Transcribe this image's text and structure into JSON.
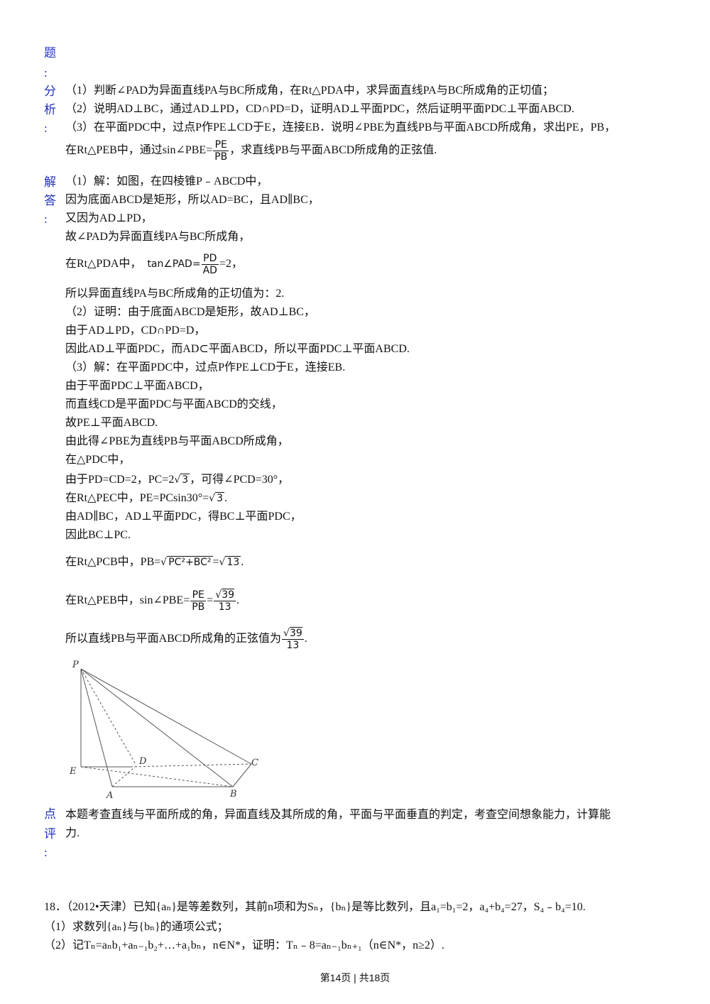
{
  "labels": {
    "ti": "题",
    "colon": ":",
    "fen": "分",
    "xi": "析",
    "jie": "解",
    "da": "答",
    "dian": "点",
    "ping": "评"
  },
  "analysis": {
    "l1": "（1）判断∠PAD为异面直线PA与BC所成角，在Rt△PDA中，求异面直线PA与BC所成角的正切值；",
    "l2": "（2）说明AD⊥BC，通过AD⊥PD，CD∩PD=D，证明AD⊥平面PDC，然后证明平面PDC⊥平面ABCD.",
    "l3": "（3）在平面PDC中，过点P作PE⊥CD于E，连接EB．说明∠PBE为直线PB与平面ABCD所成角，求出PE，PB，",
    "l4a": "在Rt△PEB中，通过sin∠PBE=",
    "l4num": "PE",
    "l4den": "PB",
    "l4b": "，求直线PB与平面ABCD所成角的正弦值."
  },
  "solution": {
    "l1": "（1）解：如图，在四棱锥P﹣ABCD中，",
    "l2": "因为底面ABCD是矩形，所以AD=BC，且AD∥BC，",
    "l3": "又因为AD⊥PD，",
    "l4": "故∠PAD为异面直线PA与BC所成角，",
    "l5a": "在Rt△PDA中，",
    "l5b": "tan∠PAD=",
    "l5num": "PD",
    "l5den": "AD",
    "l5c": "=2，",
    "l6": "所以异面直线PA与BC所成角的正切值为：2.",
    "l7": "（2）证明：由于底面ABCD是矩形，故AD⊥BC，",
    "l8": "由于AD⊥PD，CD∩PD=D，",
    "l9": "因此AD⊥平面PDC，而AD⊂平面ABCD，所以平面PDC⊥平面ABCD.",
    "l10": "（3）解：在平面PDC中，过点P作PE⊥CD于E，连接EB.",
    "l11": "由于平面PDC⊥平面ABCD，",
    "l12": "而直线CD是平面PDC与平面ABCD的交线，",
    "l13": "故PE⊥平面ABCD.",
    "l14": "由此得∠PBE为直线PB与平面ABCD所成角，",
    "l15": "在△PDC中，",
    "l16a": "由于PD=CD=2，PC=2",
    "l16rad": "3",
    "l16b": "，可得∠PCD=30°，",
    "l17a": "在Rt△PEC中，PE=PCsin30°=",
    "l17rad": "3",
    "l17b": ".",
    "l18": "由AD∥BC，AD⊥平面PDC，得BC⊥平面PDC，",
    "l19": "因此BC⊥PC.",
    "l20a": "在Rt△PCB中，PB=",
    "l20rad1": "PC²+BC²",
    "l20eq": "=",
    "l20rad2": "13",
    "l20b": ".",
    "l21a": "在Rt△PEB中，sin∠PBE=",
    "l21num": "PE",
    "l21den": "PB",
    "l21eq": "=",
    "l21num2": "39",
    "l21den2": "13",
    "l21b": ".",
    "l22a": "所以直线PB与平面ABCD所成角的正弦值为",
    "l22num": "39",
    "l22den": "13",
    "l22b": "."
  },
  "figure": {
    "P": "P",
    "D": "D",
    "C": "C",
    "E": "E",
    "A": "A",
    "B": "B"
  },
  "comment": {
    "l1": "本题考查直线与平面所成的角，异面直线及其所成的角，平面与平面垂直的判定，考查空间想象能力，计算能",
    "l2": "力."
  },
  "problem18": {
    "l1": "18．（2012•天津）已知{aₙ}是等差数列，其前n项和为Sₙ，{bₙ}是等比数列，且a₁=b₁=2，a₄+b₄=27，S₄﹣b₄=10.",
    "l2": "（1）求数列{aₙ}与{bₙ}的通项公式；",
    "l3": "（2）记Tₙ=aₙb₁+aₙ₋₁b₂+…+a₁bₙ，n∈N*，证明：Tₙ﹣8=aₙ₋₁bₙ₊₁（n∈N*，n≥2）."
  },
  "footer": {
    "text": "第14页 | 共18页"
  }
}
